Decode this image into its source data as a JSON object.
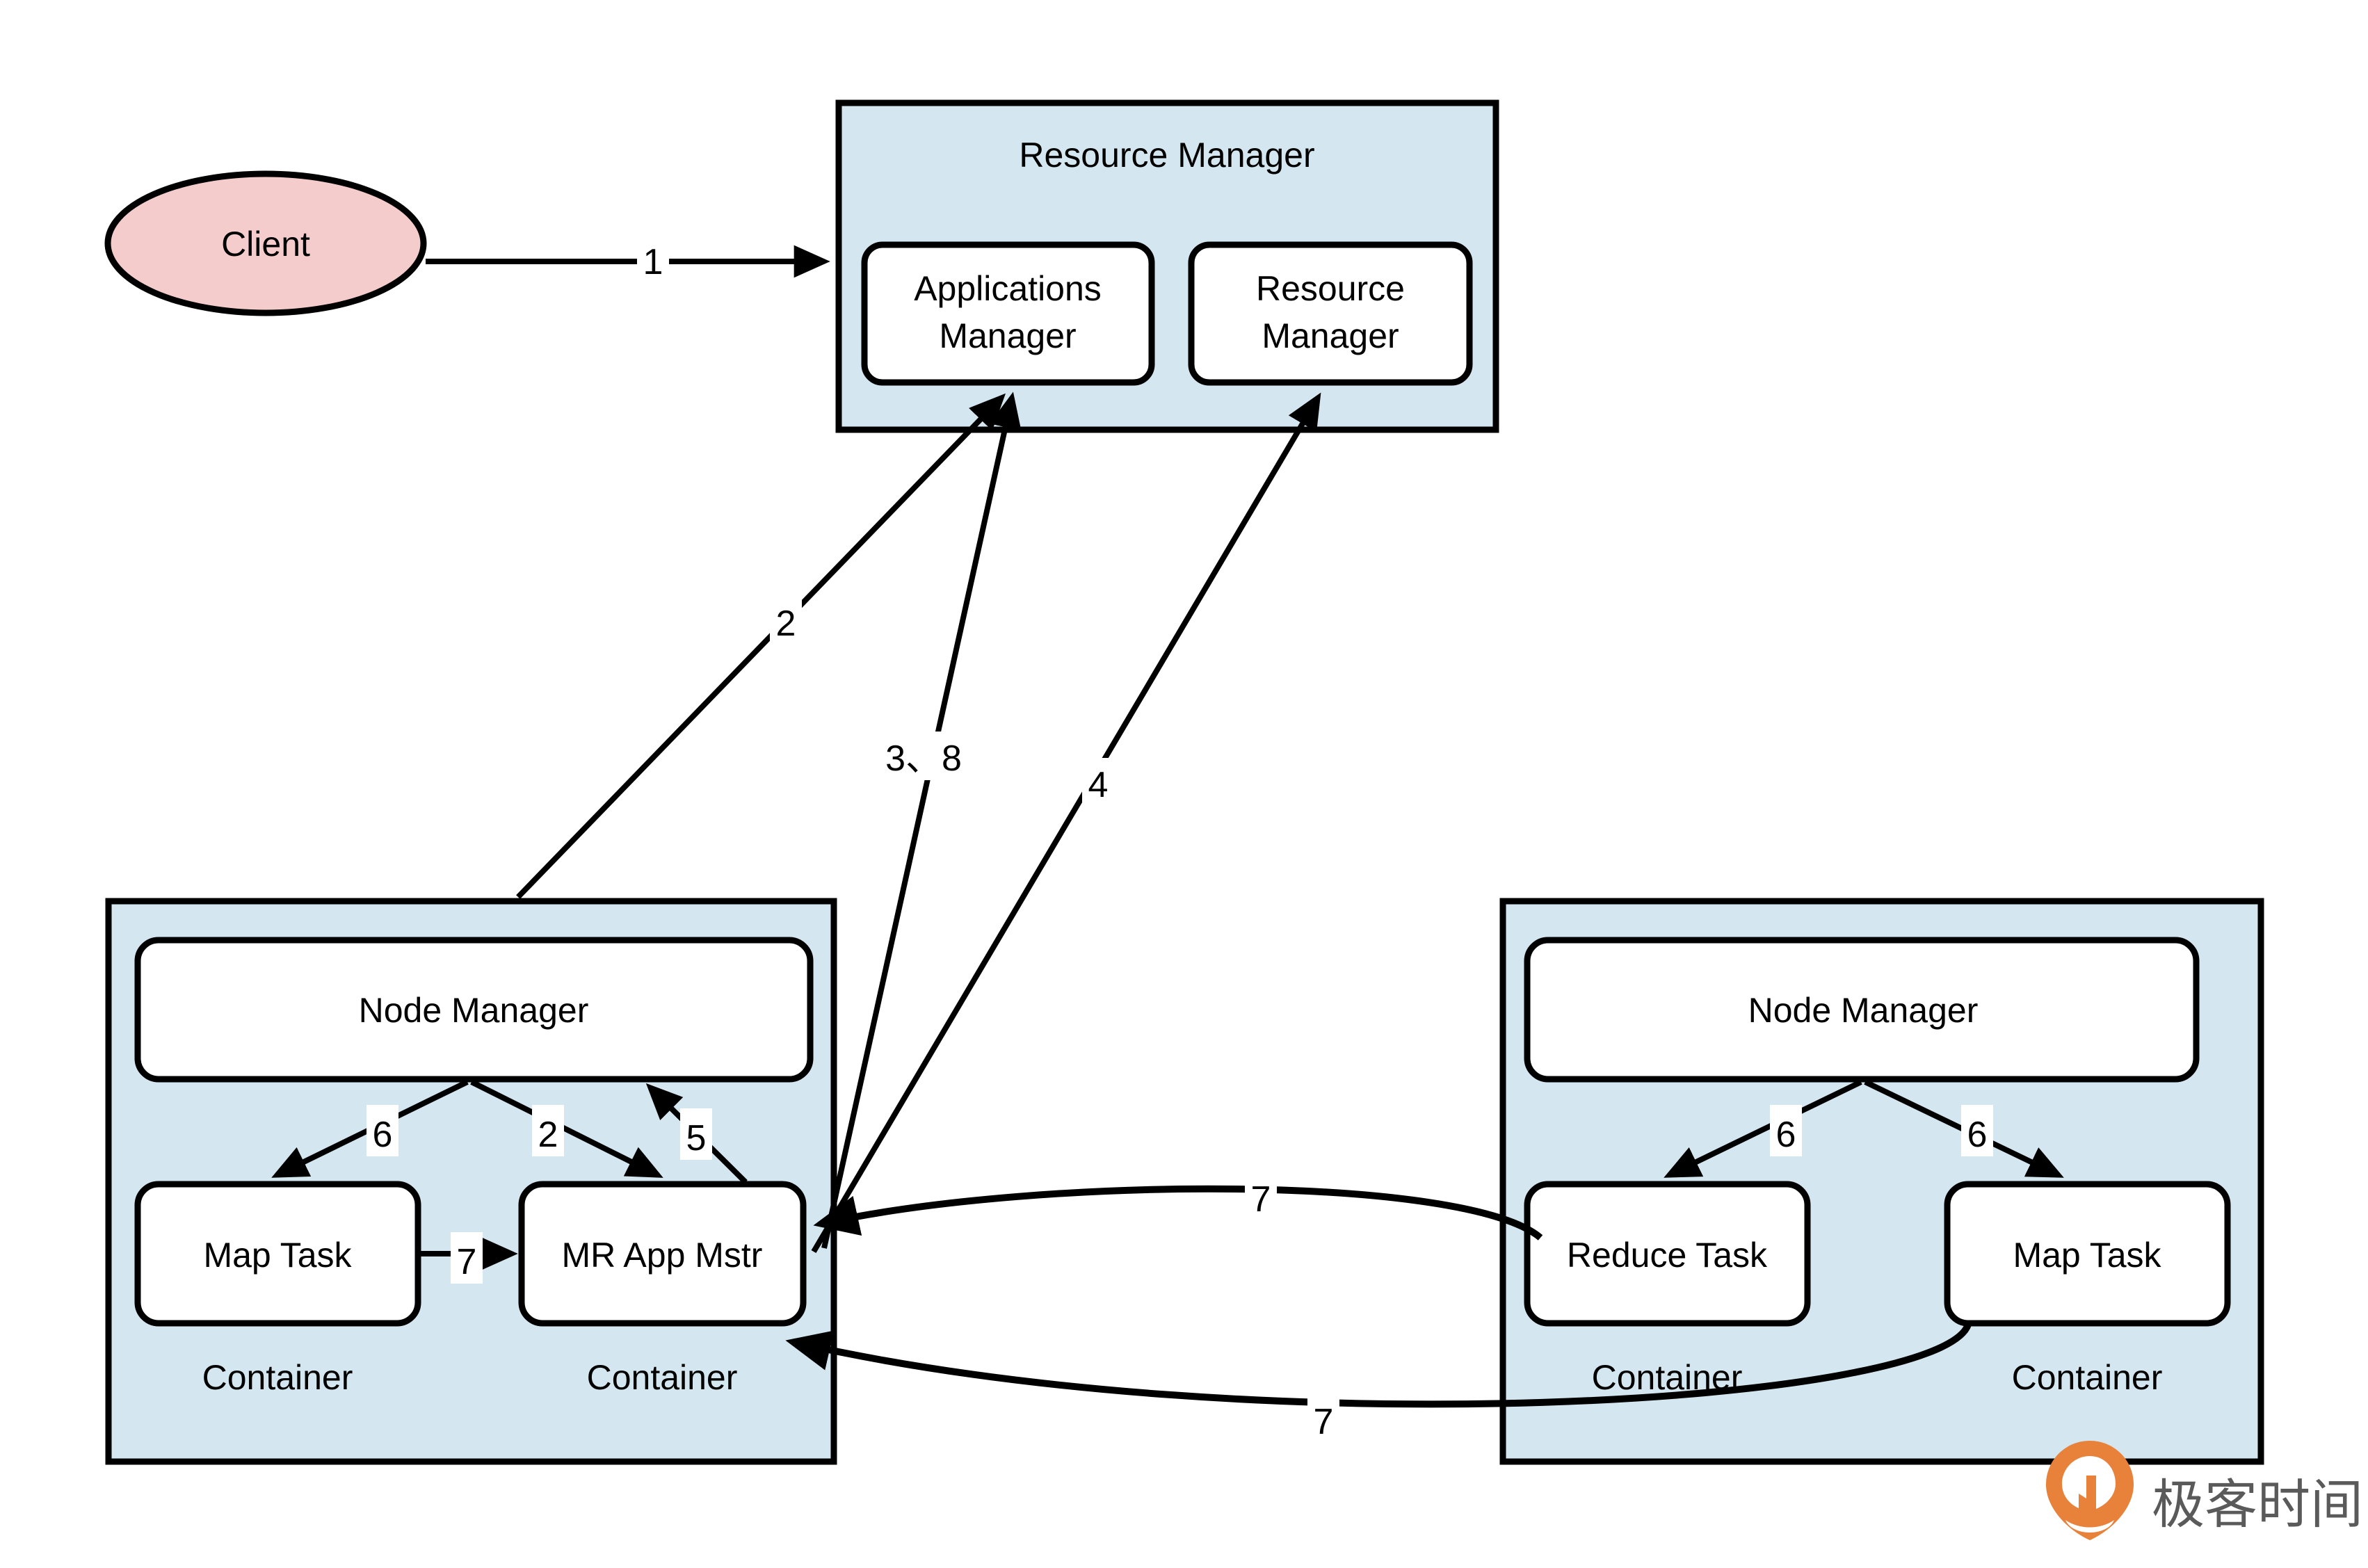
{
  "diagram": {
    "title": "YARN / MapReduce job execution flow",
    "colors": {
      "group_fill": "#d4e6ef",
      "node_fill": "#ffffff",
      "client_fill": "#f5cccc",
      "stroke": "#000000",
      "logo_orange": "#e8813a",
      "logo_text": "#5a5a5a"
    }
  },
  "client": {
    "label": "Client"
  },
  "resource_manager_group": {
    "title": "Resource Manager",
    "children": [
      {
        "label_line1": "Applications",
        "label_line2": "Manager"
      },
      {
        "label_line1": "Resource",
        "label_line2": "Manager"
      }
    ]
  },
  "left_node": {
    "node_manager": "Node Manager",
    "containers": [
      {
        "task": "Map Task",
        "caption": "Container"
      },
      {
        "task": "MR App Mstr",
        "caption": "Container"
      }
    ]
  },
  "right_node": {
    "node_manager": "Node Manager",
    "containers": [
      {
        "task": "Reduce Task",
        "caption": "Container"
      },
      {
        "task": "Map Task",
        "caption": "Container"
      }
    ]
  },
  "edge_labels": {
    "client_to_rm": "1",
    "nm_to_appsmgr": "2",
    "nm_to_mrappmstr": "2",
    "mrappmstr_to_appsmgr": "3、8",
    "mrappmstr_to_rm": "4",
    "mrappmstr_to_nm": "5",
    "nm_to_maptask_left": "6",
    "nm_to_reducetask_right": "6",
    "nm_to_maptask_right": "6",
    "maptask_to_mrappmstr": "7",
    "rightnode_to_mrappmstr_top": "7",
    "rightnode_to_mrappmstr_bottom": "7"
  },
  "watermark": {
    "brand": "极客时间",
    "icon": "geektime-pin-icon"
  }
}
